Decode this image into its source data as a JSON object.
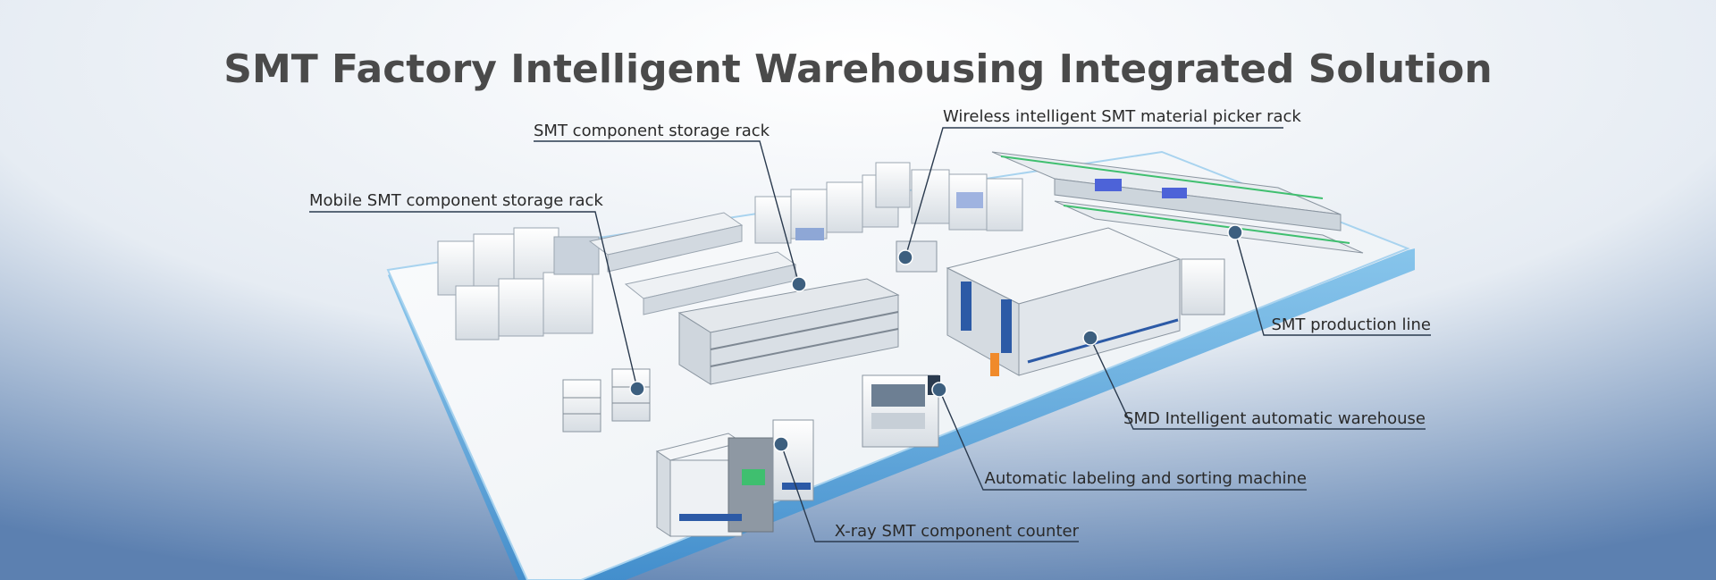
{
  "title": "SMT Factory Intelligent Warehousing Integrated Solution",
  "colors": {
    "title": "#4a4a4a",
    "label_text": "#2a2a2a",
    "leader_line": "#2a3a4e",
    "marker": "#3d5f7f",
    "floor_edge": "#4d9fd6",
    "accent_blue": "#2c5aa6",
    "accent_green": "#3fbf6f"
  },
  "callouts": [
    {
      "id": "mobile-rack",
      "label": "Mobile SMT component storage rack"
    },
    {
      "id": "storage-rack",
      "label": "SMT component storage rack"
    },
    {
      "id": "picker-rack",
      "label": "Wireless intelligent SMT material picker rack"
    },
    {
      "id": "production-line",
      "label": "SMT production line"
    },
    {
      "id": "auto-warehouse",
      "label": "SMD Intelligent automatic warehouse"
    },
    {
      "id": "labeling-machine",
      "label": "Automatic labeling and sorting machine"
    },
    {
      "id": "xray-counter",
      "label": "X-ray SMT component counter"
    }
  ]
}
